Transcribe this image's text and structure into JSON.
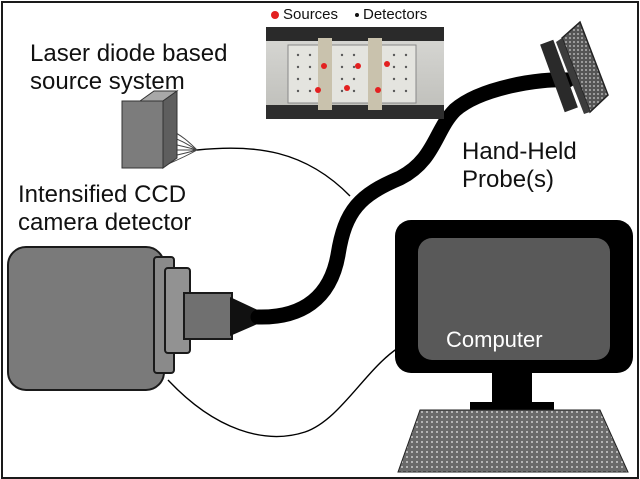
{
  "labels": {
    "laser_line1": "Laser diode based",
    "laser_line2": "source system",
    "ccd_line1": "Intensified CCD",
    "ccd_line2": "camera detector",
    "probe_line1": "Hand-Held",
    "probe_line2": "Probe(s)",
    "computer": "Computer"
  },
  "photo_legend": {
    "sources": "Sources",
    "detectors": "Detectors"
  },
  "colors": {
    "source_dot": "#e32020",
    "detector_dot": "#111111",
    "equipment_gray": "#7a7a7a",
    "cable": "#000000"
  }
}
